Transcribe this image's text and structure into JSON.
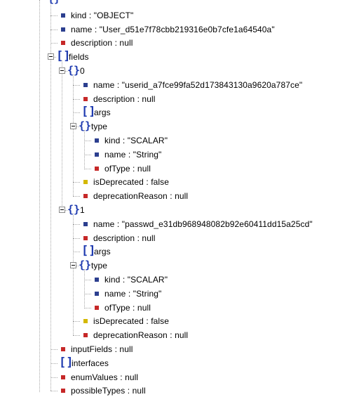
{
  "tree": [
    {
      "id": "root-close",
      "kind": "object",
      "label": "{}",
      "indent": 0,
      "collapsible": false,
      "partial": true
    },
    {
      "id": "kind",
      "kind": "string",
      "label": "kind : \"OBJECT\"",
      "indent": 1
    },
    {
      "id": "name",
      "kind": "string",
      "label": "name : \"User_d51e7f78cbb219316e0b7cfe1a64540a\"",
      "indent": 1
    },
    {
      "id": "description",
      "kind": "null",
      "label": "description : null",
      "indent": 1
    },
    {
      "id": "fields",
      "kind": "array",
      "label": "fields",
      "indent": 1,
      "collapsible": true
    },
    {
      "id": "fields-0",
      "kind": "object",
      "label": "0",
      "indent": 2,
      "collapsible": true
    },
    {
      "id": "fields-0-name",
      "kind": "string",
      "label": "name : \"userid_a7fce99fa52d173843130a9620a787ce\"",
      "indent": 3
    },
    {
      "id": "fields-0-description",
      "kind": "null",
      "label": "description : null",
      "indent": 3
    },
    {
      "id": "fields-0-args",
      "kind": "array",
      "label": "args",
      "indent": 3,
      "collapsible": false
    },
    {
      "id": "fields-0-type",
      "kind": "object",
      "label": "type",
      "indent": 3,
      "collapsible": true
    },
    {
      "id": "fields-0-type-kind",
      "kind": "string",
      "label": "kind : \"SCALAR\"",
      "indent": 4
    },
    {
      "id": "fields-0-type-name",
      "kind": "string",
      "label": "name : \"String\"",
      "indent": 4
    },
    {
      "id": "fields-0-type-ofType",
      "kind": "null",
      "label": "ofType : null",
      "indent": 4
    },
    {
      "id": "fields-0-isDeprecated",
      "kind": "bool",
      "label": "isDeprecated : false",
      "indent": 3
    },
    {
      "id": "fields-0-deprecationReason",
      "kind": "null",
      "label": "deprecationReason : null",
      "indent": 3
    },
    {
      "id": "fields-1",
      "kind": "object",
      "label": "1",
      "indent": 2,
      "collapsible": true
    },
    {
      "id": "fields-1-name",
      "kind": "string",
      "label": "name : \"passwd_e31db968948082b92e60411dd15a25cd\"",
      "indent": 3
    },
    {
      "id": "fields-1-description",
      "kind": "null",
      "label": "description : null",
      "indent": 3
    },
    {
      "id": "fields-1-args",
      "kind": "array",
      "label": "args",
      "indent": 3,
      "collapsible": false
    },
    {
      "id": "fields-1-type",
      "kind": "object",
      "label": "type",
      "indent": 3,
      "collapsible": true
    },
    {
      "id": "fields-1-type-kind",
      "kind": "string",
      "label": "kind : \"SCALAR\"",
      "indent": 4
    },
    {
      "id": "fields-1-type-name",
      "kind": "string",
      "label": "name : \"String\"",
      "indent": 4
    },
    {
      "id": "fields-1-type-ofType",
      "kind": "null",
      "label": "ofType : null",
      "indent": 4
    },
    {
      "id": "fields-1-isDeprecated",
      "kind": "bool",
      "label": "isDeprecated : false",
      "indent": 3
    },
    {
      "id": "fields-1-deprecationReason",
      "kind": "null",
      "label": "deprecationReason : null",
      "indent": 3
    },
    {
      "id": "inputFields",
      "kind": "null",
      "label": "inputFields : null",
      "indent": 1
    },
    {
      "id": "interfaces",
      "kind": "array",
      "label": "interfaces",
      "indent": 1,
      "collapsible": false
    },
    {
      "id": "enumValues",
      "kind": "null",
      "label": "enumValues : null",
      "indent": 1
    },
    {
      "id": "possibleTypes",
      "kind": "null",
      "label": "possibleTypes : null",
      "indent": 1
    }
  ],
  "colors": {
    "string_icon": "#2c3f8f",
    "null_icon": "#c62828",
    "bool_icon": "#d4b800",
    "bracket": "#1f3bb0",
    "tree_lines": "#a8a8a8"
  }
}
